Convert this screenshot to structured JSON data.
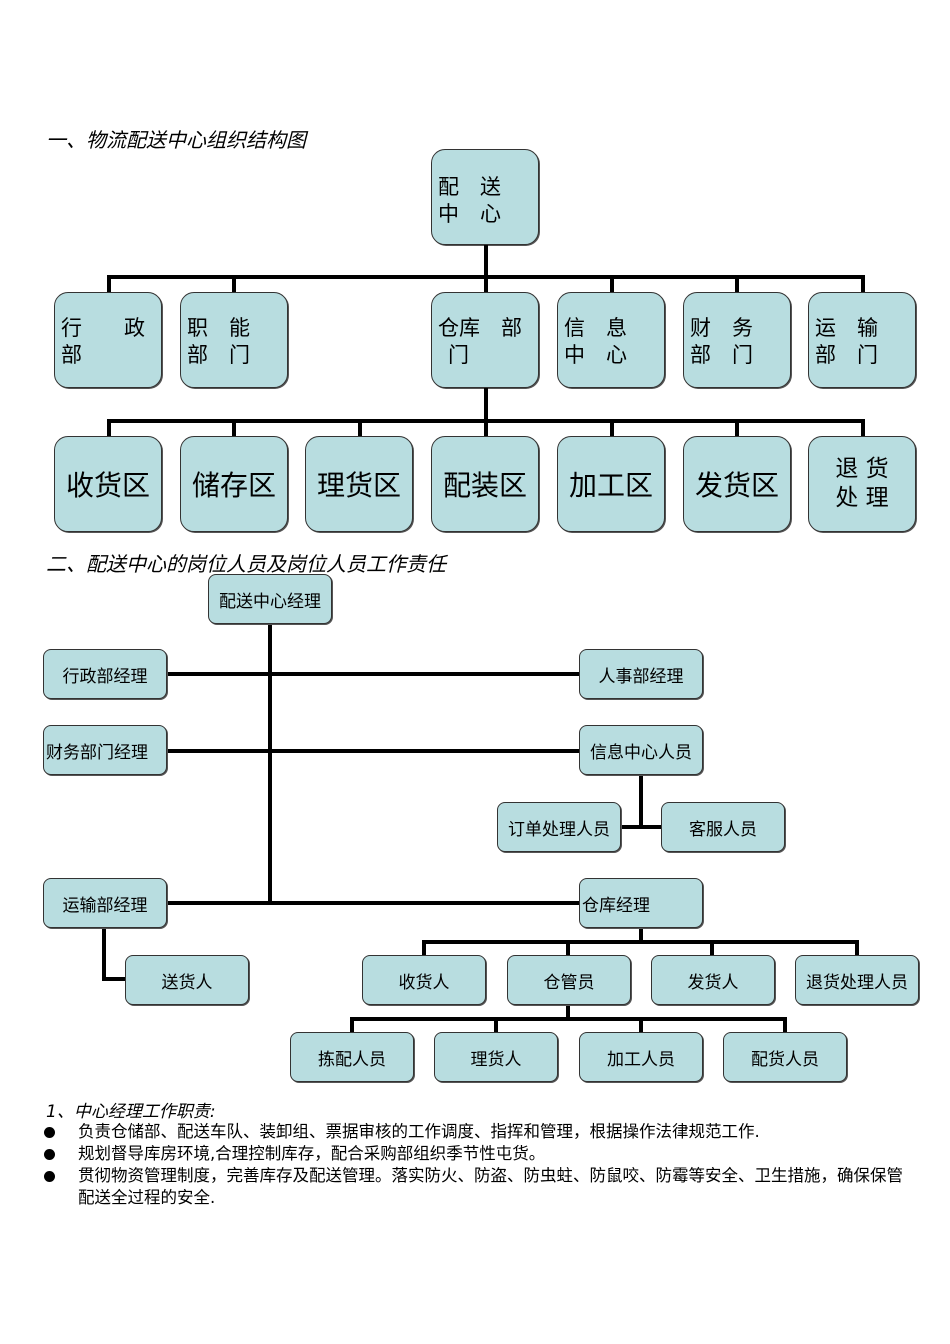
{
  "section1": {
    "heading": "一、物流配送中心组织结构图",
    "root": [
      "配　送",
      "中　心"
    ],
    "departments": [
      {
        "lines": [
          "行　　政",
          "部"
        ]
      },
      {
        "lines": [
          "职　能",
          "部　门"
        ]
      },
      {
        "lines": [
          "仓库　部",
          "门"
        ]
      },
      {
        "lines": [
          "信　息",
          "中　心"
        ]
      },
      {
        "lines": [
          "财　务",
          "部　门"
        ]
      },
      {
        "lines": [
          "运　输",
          "部　门"
        ]
      }
    ],
    "zones": [
      "收货区",
      "储存区",
      "理货区",
      "配装区",
      "加工区",
      "发货区",
      "退 货\n处 理"
    ]
  },
  "section2": {
    "heading": "二、配送中心的岗位人员及岗位人员工作责任",
    "manager": "配送中心经理",
    "admin_manager": "行政部经理",
    "hr_manager": "人事部经理",
    "finance_manager": "财务部门经理",
    "info_staff": "信息中心人员",
    "order_staff": "订单处理人员",
    "service_staff": "客服人员",
    "transport_manager": "运输部经理",
    "delivery_person": "送货人",
    "warehouse_manager": "仓库经理",
    "warehouse_level1": [
      "收货人",
      "仓管员",
      "发货人",
      "退货处理人员"
    ],
    "warehouse_level2": [
      "拣配人员",
      "理货人",
      "加工人员",
      "配货人员"
    ]
  },
  "duties": {
    "heading": "1、中心经理工作职责:",
    "items": [
      "负责仓储部、配送车队、装卸组、票据审核的工作调度、指挥和管理，根据操作法律规范工作.",
      "规划督导库房环境,合理控制库存，配合采购部组织季节性屯货。",
      "贯彻物资管理制度，完善库存及配送管理。落实防火、防盗、防虫蛀、防鼠咬、防霉等安全、卫生措施，确保保管配送全过程的安全."
    ]
  },
  "colors": {
    "box_fill": "#b8dde0",
    "box_border": "#333333",
    "line": "#000000"
  }
}
